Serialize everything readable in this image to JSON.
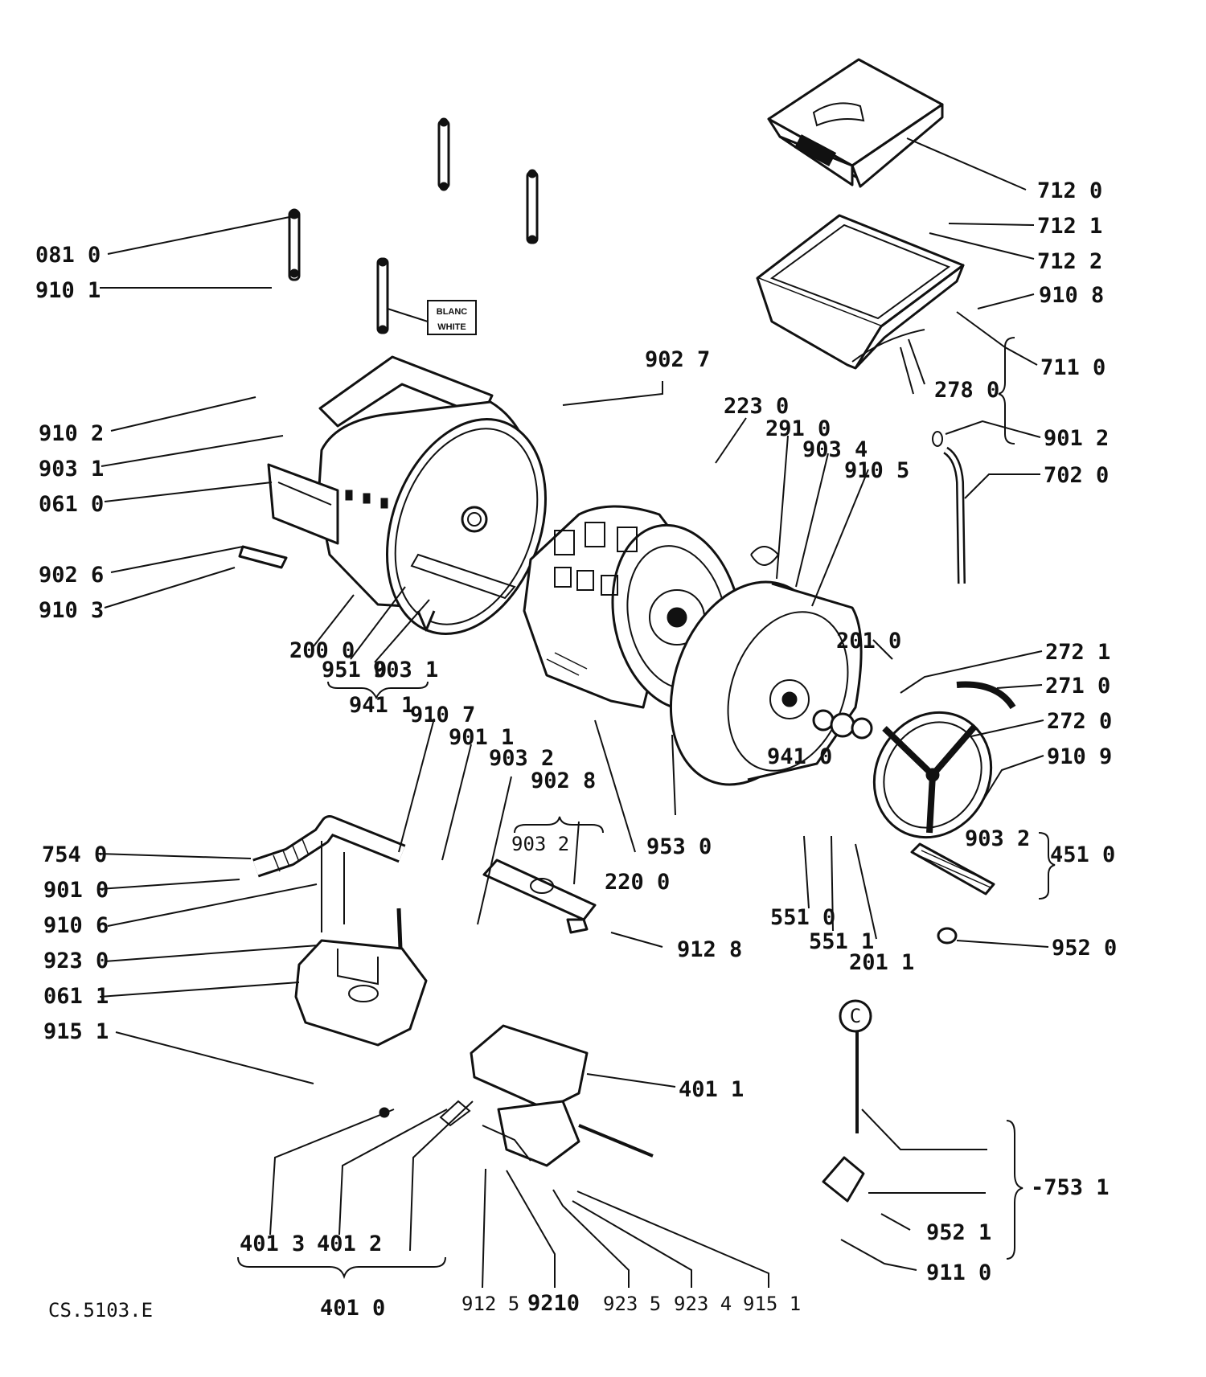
{
  "doc_code": "CS.5103.E",
  "tag_text_1": "BLANC",
  "tag_text_2": "WHITE",
  "circle_mark": "C",
  "labels": {
    "l7120": "712 0",
    "l7121": "712 1",
    "l7122": "712 2",
    "l9108": "910 8",
    "l7110": "711 0",
    "l2780": "278 0",
    "l0810": "081 0",
    "l9101": "910 1",
    "l9027": "902 7",
    "l2230": "223 0",
    "l2910": "291 0",
    "l9034": "903 4",
    "l9105": "910 5",
    "l9012": "901 2",
    "l7020": "702 0",
    "l9102": "910 2",
    "l9031a": "903 1",
    "l0610": "061 0",
    "l9026": "902 6",
    "l9103": "910 3",
    "l2000": "200 0",
    "l9510": "951 0",
    "l9031b": "903 1",
    "l9411": "941 1",
    "l2010": "201 0",
    "l2721": "272 1",
    "l2710": "271 0",
    "l2720": "272 0",
    "l9109": "910 9",
    "l9410": "941 0",
    "l9107": "910 7",
    "l9011": "901 1",
    "l9032a": "903 2",
    "l9028": "902 8",
    "l9032b": "903 2",
    "l9530": "953 0",
    "l2200": "220 0",
    "l9032c": "903 2",
    "l4510": "451 0",
    "l7540": "754 0",
    "l9010": "901 0",
    "l9106": "910 6",
    "l9230": "923 0",
    "l0611": "061 1",
    "l9151a": "915 1",
    "l9128": "912 8",
    "l5510": "551 0",
    "l5511": "551 1",
    "l2011": "201 1",
    "l9520": "952 0",
    "l4011": "401 1",
    "l7531": "-753 1",
    "l9521": "952 1",
    "l9110": "911 0",
    "l4013": "401 3",
    "l4012": "401 2",
    "l4010": "401 0",
    "l9125": "912 5",
    "l9210": "9210",
    "l9235": "923 5",
    "l9234": "923 4",
    "l9151b": "915 1"
  }
}
